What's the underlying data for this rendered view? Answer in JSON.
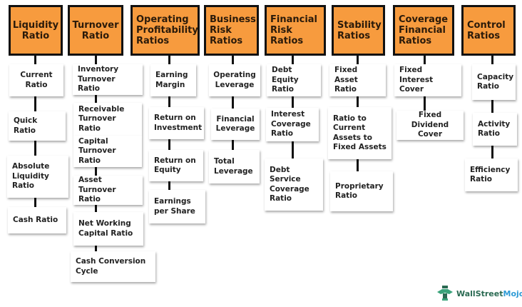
{
  "columns": [
    {
      "header": "Liquidity Ratio",
      "items": [
        "Current Ratio",
        "Quick Ratio",
        "Absolute Liquidity Ratio",
        "Cash Ratio"
      ]
    },
    {
      "header": "Turnover Ratio",
      "items": [
        "Inventory Turnover Ratio",
        "Receivable Turnover Ratio",
        "Capital Turnover Ratio",
        "Asset Turnover Ratio",
        "Net Working Capital Ratio",
        "Cash Conversion Cycle"
      ]
    },
    {
      "header": "Operating Profitability Ratios",
      "items": [
        "Earning Margin",
        "Return on Investment",
        "Return on Equity",
        "Earnings per Share"
      ]
    },
    {
      "header": "Business Risk Ratios",
      "items": [
        "Operating Leverage",
        "Financial Leverage",
        "Total Leverage"
      ]
    },
    {
      "header": "Financial Risk Ratios",
      "items": [
        "Debt Equity Ratio",
        "Interest Coverage Ratio",
        "Debt Service Coverage Ratio"
      ]
    },
    {
      "header": "Stability Ratios",
      "items": [
        "Fixed Asset Ratio",
        "Ratio to Current Assets to Fixed Assets",
        "Proprietary Ratio"
      ]
    },
    {
      "header": "Coverage Financial Ratios",
      "items": [
        "Fixed Interest Cover",
        "Fixed Dividend Cover"
      ]
    },
    {
      "header": "Control Ratios",
      "items": [
        "Capacity Ratio",
        "Activity Ratio",
        "Efficiency Ratio"
      ]
    }
  ],
  "logo": {
    "part1": "WallStreet",
    "part2": "Mojo"
  },
  "colors": {
    "header_fill": "#f79b3e",
    "border": "#111111",
    "logo_green": "#2a6a52",
    "logo_blue": "#2e9bd6"
  }
}
